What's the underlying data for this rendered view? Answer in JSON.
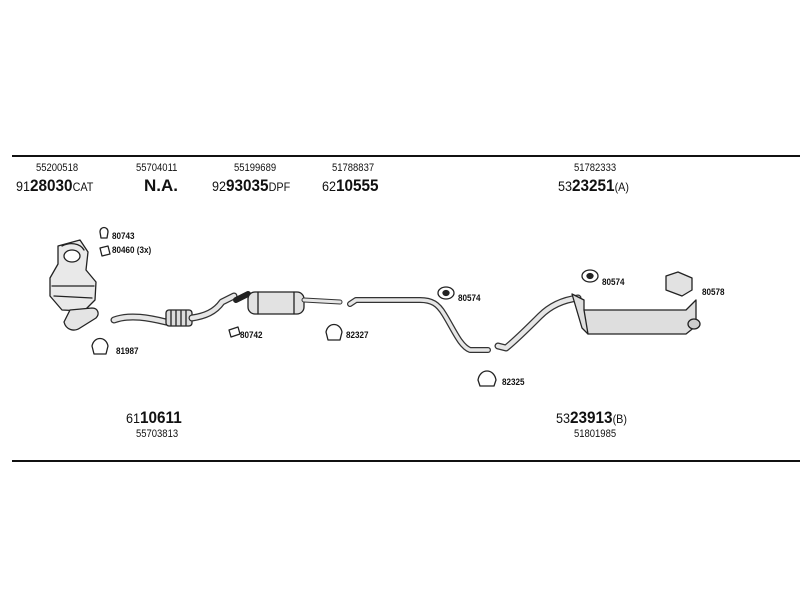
{
  "header_parts": [
    {
      "number": "55200518",
      "code_prefix": "91",
      "code_main": "28030",
      "code_suffix": "CAT"
    },
    {
      "number": "55704011",
      "label": "N.A."
    },
    {
      "number": "55199689",
      "code_prefix": "92",
      "code_main": "93035",
      "code_suffix": "DPF"
    },
    {
      "number": "51788837",
      "code_prefix": "62",
      "code_main": "10555",
      "code_suffix": ""
    },
    {
      "number": "51782333",
      "code_prefix": "53",
      "code_main": "23251",
      "code_suffix": "(A)"
    }
  ],
  "footer_parts": [
    {
      "number": "55703813",
      "code_prefix": "61",
      "code_main": "10611",
      "code_suffix": ""
    },
    {
      "number": "51801985",
      "code_prefix": "53",
      "code_main": "23913",
      "code_suffix": "(B)"
    }
  ],
  "component_refs": {
    "clamp_80743": "80743",
    "gasket_80460": "80460 (3x)",
    "clamp_81987": "81987",
    "gasket_80742": "80742",
    "clamp_82327": "82327",
    "rubber_80574a": "80574",
    "clamp_82325": "82325",
    "rubber_80574b": "80574",
    "bracket_80578": "80578"
  }
}
